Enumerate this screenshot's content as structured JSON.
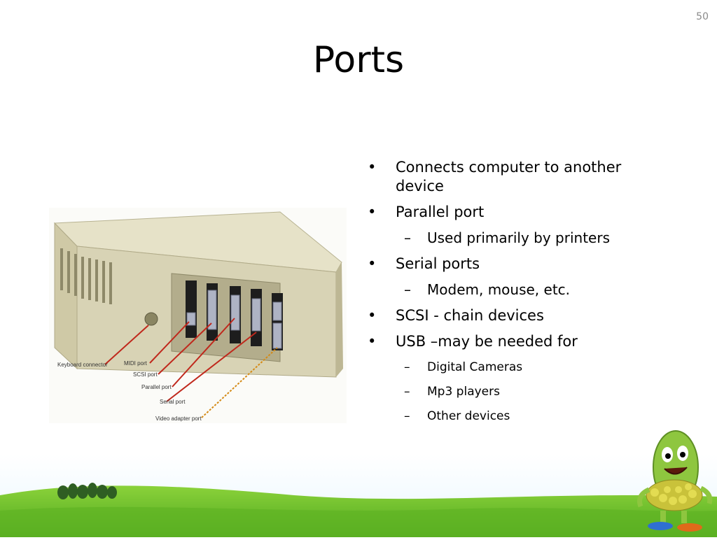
{
  "slide": {
    "number": "50",
    "title": "Ports"
  },
  "figure": {
    "callouts": [
      "Keyboard connector",
      "MIDI port",
      "SCSI port",
      "Parallel port",
      "Serial port",
      "Video adapter port"
    ]
  },
  "bullets": [
    {
      "text": "Connects computer to another device",
      "subs": []
    },
    {
      "text": "Parallel port",
      "subs": [
        "Used primarily by printers"
      ]
    },
    {
      "text": "Serial ports",
      "subs": [
        "Modem, mouse, etc."
      ]
    },
    {
      "text": "SCSI - chain devices",
      "subs": []
    },
    {
      "text": "USB –may be needed for",
      "subs": [
        "Digital Cameras",
        "Mp3 players",
        "Other devices"
      ]
    }
  ],
  "marks": {
    "bullet": "•",
    "dash": "–"
  },
  "colors": {
    "grass": "#6cbf2a",
    "sky": "#e9f6ff",
    "case": "#d8d3b5",
    "arrow": "#c0281c"
  }
}
